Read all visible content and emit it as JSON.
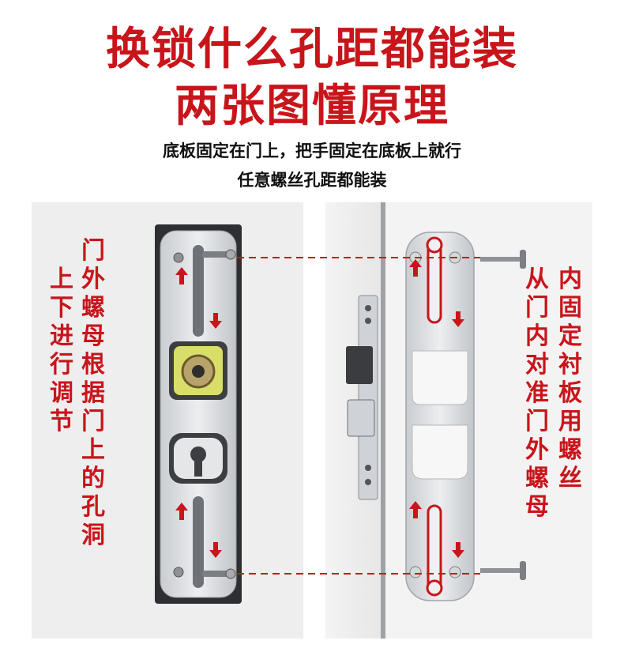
{
  "headline": {
    "line1": "换锁什么孔距都能装",
    "line2": "两张图懂原理"
  },
  "subtitle": {
    "line1": "底板固定在门上，把手固定在底板上就行",
    "line2": "任意螺丝孔距都能装"
  },
  "left_annotation": {
    "col1": "上下进行调节",
    "col2": "门外螺母根据门上的孔洞"
  },
  "right_annotation": {
    "col1": "从门内对准门外螺母",
    "col2": "内固定衬板用螺丝"
  },
  "colors": {
    "accent_red": "#c8151b",
    "plate_steel": "#d9dcdf",
    "panel_bg": "#eeeeee"
  }
}
